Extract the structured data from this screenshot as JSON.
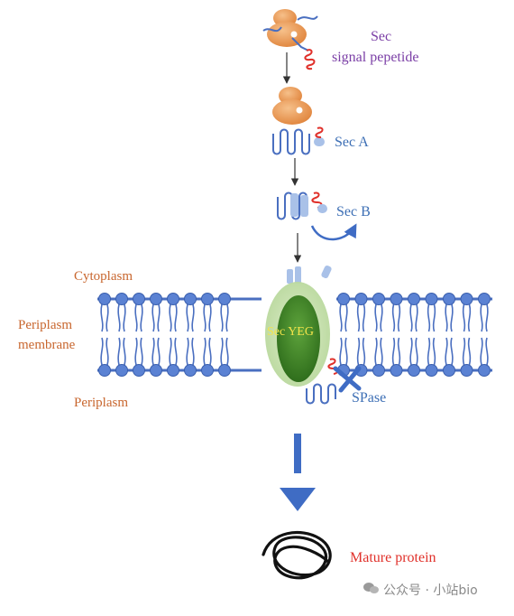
{
  "labels": {
    "sec": "Sec",
    "signal_peptide": "signal pepetide",
    "sec_a": "Sec A",
    "sec_b": "Sec B",
    "cytoplasm": "Cytoplasm",
    "periplasm_membrane_1": "Periplasm",
    "periplasm_membrane_2": "membrane",
    "periplasm": "Periplasm",
    "sec_yeg": "Sec YEG",
    "spase": "SPase",
    "mature_protein": "Mature protein"
  },
  "watermark": {
    "text": "公众号 · 小站bio"
  },
  "colors": {
    "membrane_blue": "#4a6fc0",
    "ribosome_orange": "#e9924a",
    "signal_red": "#e0302a",
    "channel_green": "#3c8a2a",
    "arrow_blue": "#3f6cc4"
  }
}
